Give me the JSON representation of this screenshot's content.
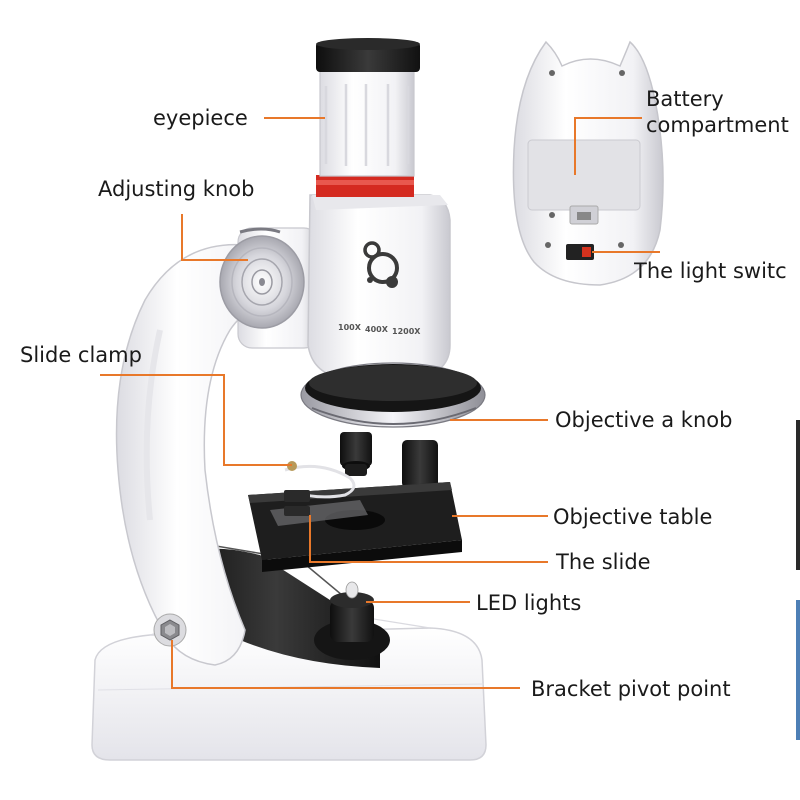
{
  "labels": {
    "eyepiece": "eyepiece",
    "adjusting_knob": "Adjusting knob",
    "slide_clamp": "Slide clamp",
    "battery_line1": "Battery",
    "battery_line2": "compartment",
    "light_switch": "The light switc",
    "objective_knob": "Objective a knob",
    "objective_table": "Objective table",
    "the_slide": "The slide",
    "led_lights": "LED lights",
    "bracket_pivot": "Bracket pivot point"
  },
  "magnification_marks": {
    "m1": "100X",
    "m2": "400X",
    "m3": "1200X"
  },
  "colors": {
    "leader_line": "#e8782a",
    "eyepiece_band": "#d42a20",
    "body": "#f4f4f6",
    "base": "#ffffff",
    "stage": "#1c1c1c",
    "label_text": "#1a1a1a"
  }
}
